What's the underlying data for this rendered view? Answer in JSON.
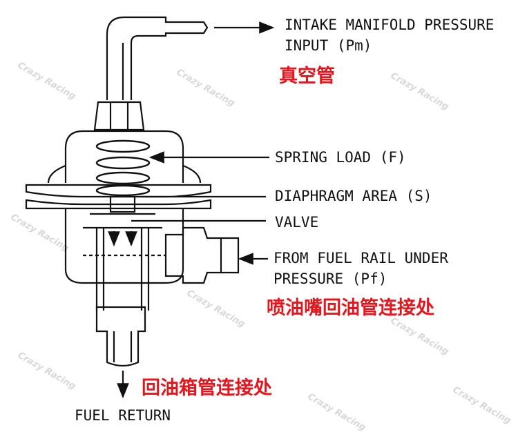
{
  "labels": {
    "intake_line1": "INTAKE MANIFOLD PRESSURE",
    "intake_line2": "INPUT (Pm)",
    "intake_cn": "真空管",
    "spring": "SPRING LOAD (F)",
    "diaphragm": "DIAPHRAGM AREA (S)",
    "valve": "VALVE",
    "fuel_rail_line1": "FROM FUEL RAIL UNDER",
    "fuel_rail_line2": "PRESSURE (Pf)",
    "fuel_rail_cn": "喷油嘴回油管连接处",
    "return_cn": "回油箱管连接处",
    "fuel_return": "FUEL RETURN"
  },
  "watermark": "Crazy Racing",
  "colors": {
    "annotation_cn": "#e8141c",
    "line": "#111111"
  }
}
